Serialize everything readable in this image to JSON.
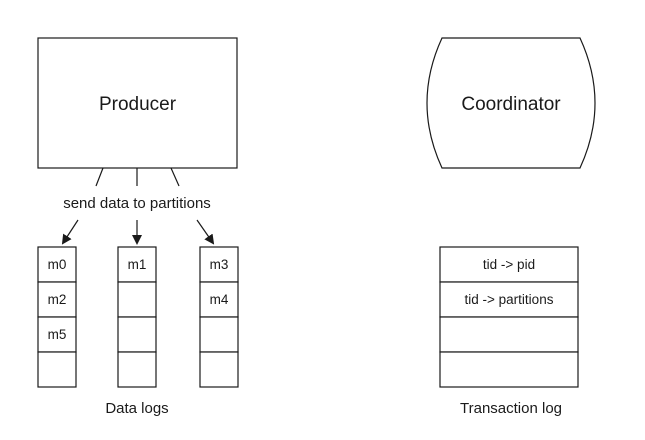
{
  "producer": {
    "label": "Producer"
  },
  "coordinator": {
    "label": "Coordinator"
  },
  "arrows_caption": "send data to partitions",
  "data_logs": {
    "caption": "Data logs",
    "partitions": [
      [
        "m0",
        "m2",
        "m5",
        ""
      ],
      [
        "m1",
        "",
        "",
        ""
      ],
      [
        "m3",
        "m4",
        "",
        ""
      ]
    ]
  },
  "transaction_log": {
    "caption": "Transaction log",
    "rows": [
      "tid -> pid",
      "tid -> partitions",
      "",
      ""
    ]
  }
}
